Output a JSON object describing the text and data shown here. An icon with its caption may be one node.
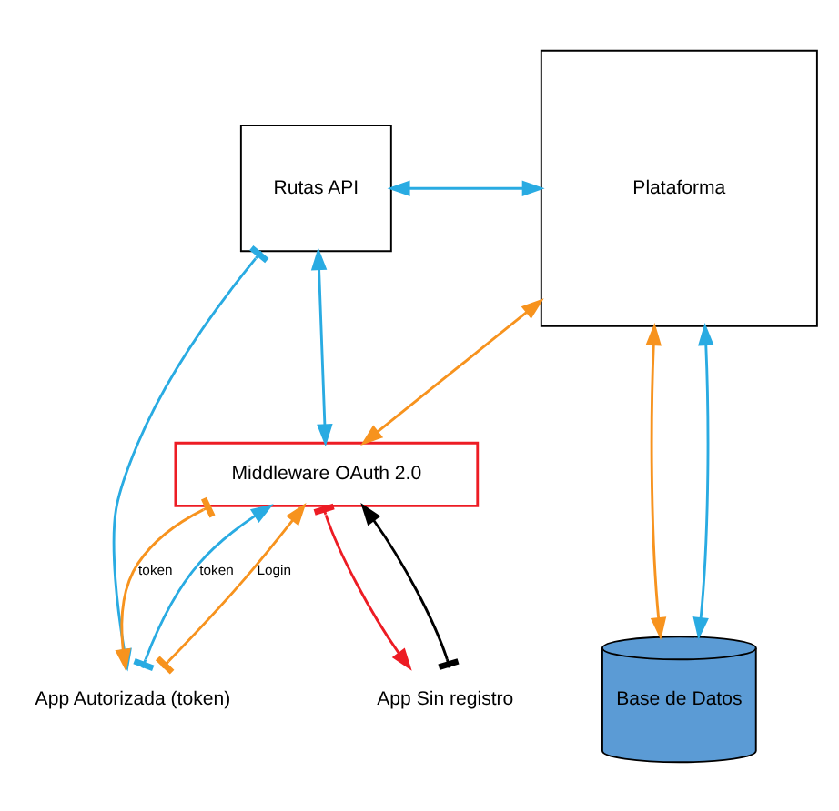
{
  "diagram": {
    "nodes": [
      {
        "text": [
          "Rutas API"
        ]
      },
      {
        "text": [
          "Plataforma"
        ]
      },
      {
        "text": [
          "Middleware OAuth 2.0"
        ]
      },
      {
        "text": [
          "App Autorizada (token)"
        ]
      },
      {
        "text": [
          "App Sin registro"
        ]
      },
      {
        "text": [
          "Base de Datos"
        ]
      }
    ],
    "edges": [
      {
        "from": 0,
        "to": 3,
        "arrow": "to"
      },
      {
        "from": 0,
        "to": 1,
        "arrow": "both"
      },
      {
        "from": 0,
        "to": 2,
        "arrow": "both"
      },
      {
        "from": 2,
        "to": 1,
        "arrow": "both",
        "color": "#f7931e"
      },
      {
        "from": 3,
        "to": 2,
        "arrow": "to",
        "label": "token"
      },
      {
        "from": 2,
        "to": 3,
        "arrow": "to",
        "label": "token",
        "color": "#f7931e"
      },
      {
        "from": 3,
        "to": 2,
        "arrow": "to",
        "label": "Login",
        "color": "#f7931e"
      },
      {
        "from": 2,
        "to": 4,
        "arrow": "to",
        "color": "#ed1c24"
      },
      {
        "from": 4,
        "to": 2,
        "arrow": "to",
        "color": "#000000"
      },
      {
        "from": 5,
        "to": 1,
        "arrow": "both",
        "color": "#f7931e"
      },
      {
        "from": 5,
        "to": 1,
        "arrow": "both"
      }
    ]
  }
}
